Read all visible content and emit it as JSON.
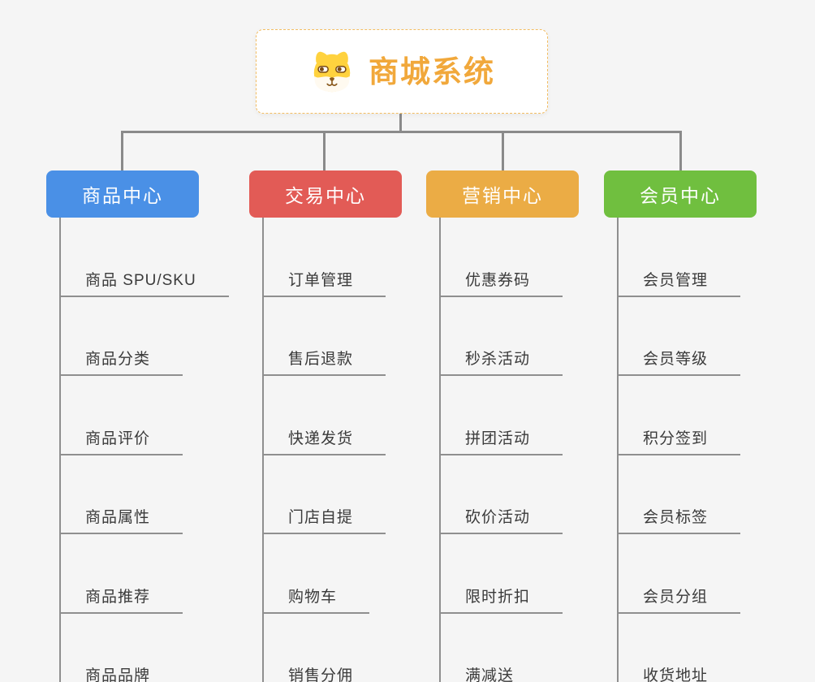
{
  "root": {
    "title": "商城系统",
    "icon": "dog-face-icon"
  },
  "branches": [
    {
      "label": "商品中心",
      "color": "#4a90e6",
      "items": [
        "商品 SPU/SKU",
        "商品分类",
        "商品评价",
        "商品属性",
        "商品推荐",
        "商品品牌"
      ]
    },
    {
      "label": "交易中心",
      "color": "#e25b56",
      "items": [
        "订单管理",
        "售后退款",
        "快递发货",
        "门店自提",
        "购物车",
        "销售分佣"
      ]
    },
    {
      "label": "营销中心",
      "color": "#ebac45",
      "items": [
        "优惠券码",
        "秒杀活动",
        "拼团活动",
        "砍价活动",
        "限时折扣",
        "满减送"
      ]
    },
    {
      "label": "会员中心",
      "color": "#70bf3f",
      "items": [
        "会员管理",
        "会员等级",
        "积分签到",
        "会员标签",
        "会员分组",
        "收货地址"
      ]
    }
  ],
  "colors": {
    "canvas_background": "#f5f5f5",
    "root_title": "#f1a83b",
    "root_border": "#f3bd62",
    "connector": "#8a8a8a",
    "item_underline": "#8f8f8f",
    "item_text": "#3a3a3a"
  }
}
